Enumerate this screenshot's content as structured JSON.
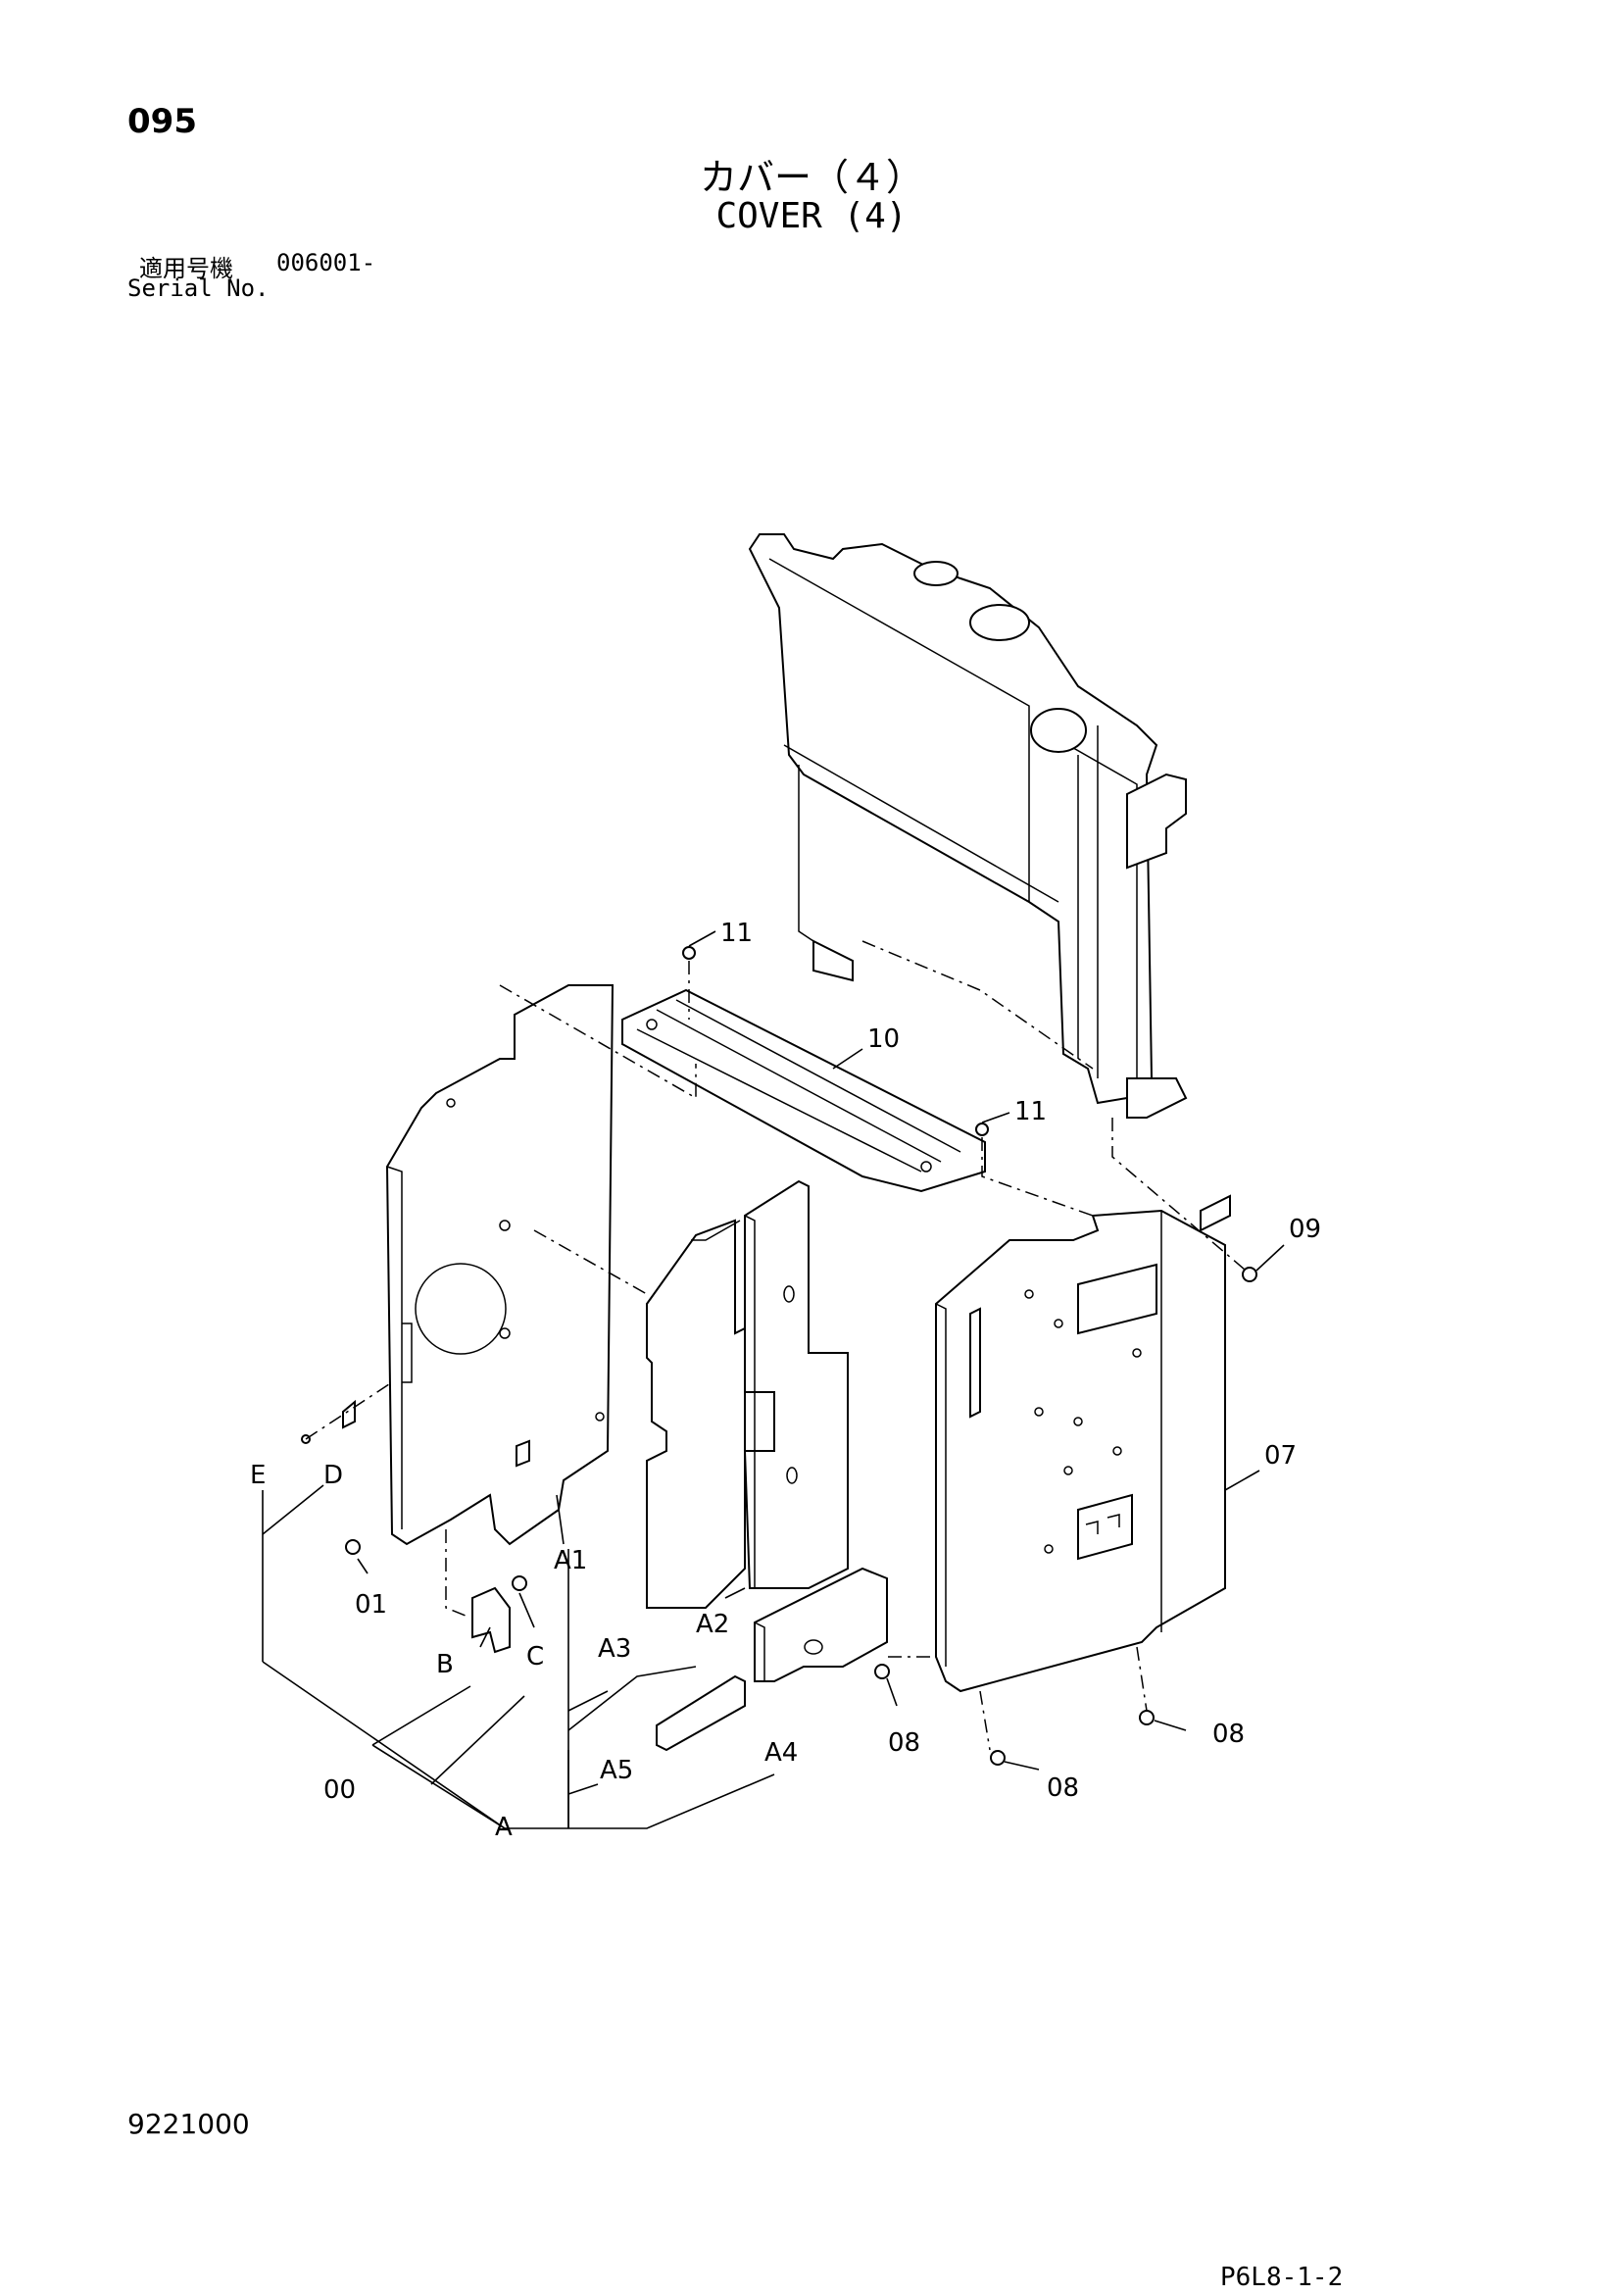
{
  "page": {
    "number": "095",
    "title_ja": "カバー（４）",
    "title_en": "COVER (4)",
    "serial_label_ja": "適用号機",
    "serial_value": "006001-",
    "serial_label_en": "Serial No.",
    "drawing_number": "9221000",
    "sheet_code": "P6L8-1-2"
  },
  "callouts": {
    "p11a": "11",
    "p10": "10",
    "p11b": "11",
    "p09": "09",
    "p07": "07",
    "pE": "E",
    "pD": "D",
    "p01": "01",
    "pA1": "A1",
    "pA3": "A3",
    "pA2": "A2",
    "pB": "B",
    "pC": "C",
    "p00": "00",
    "pA5": "A5",
    "pA4": "A4",
    "pA": "A",
    "p08a": "08",
    "p08b": "08",
    "p08c": "08"
  }
}
